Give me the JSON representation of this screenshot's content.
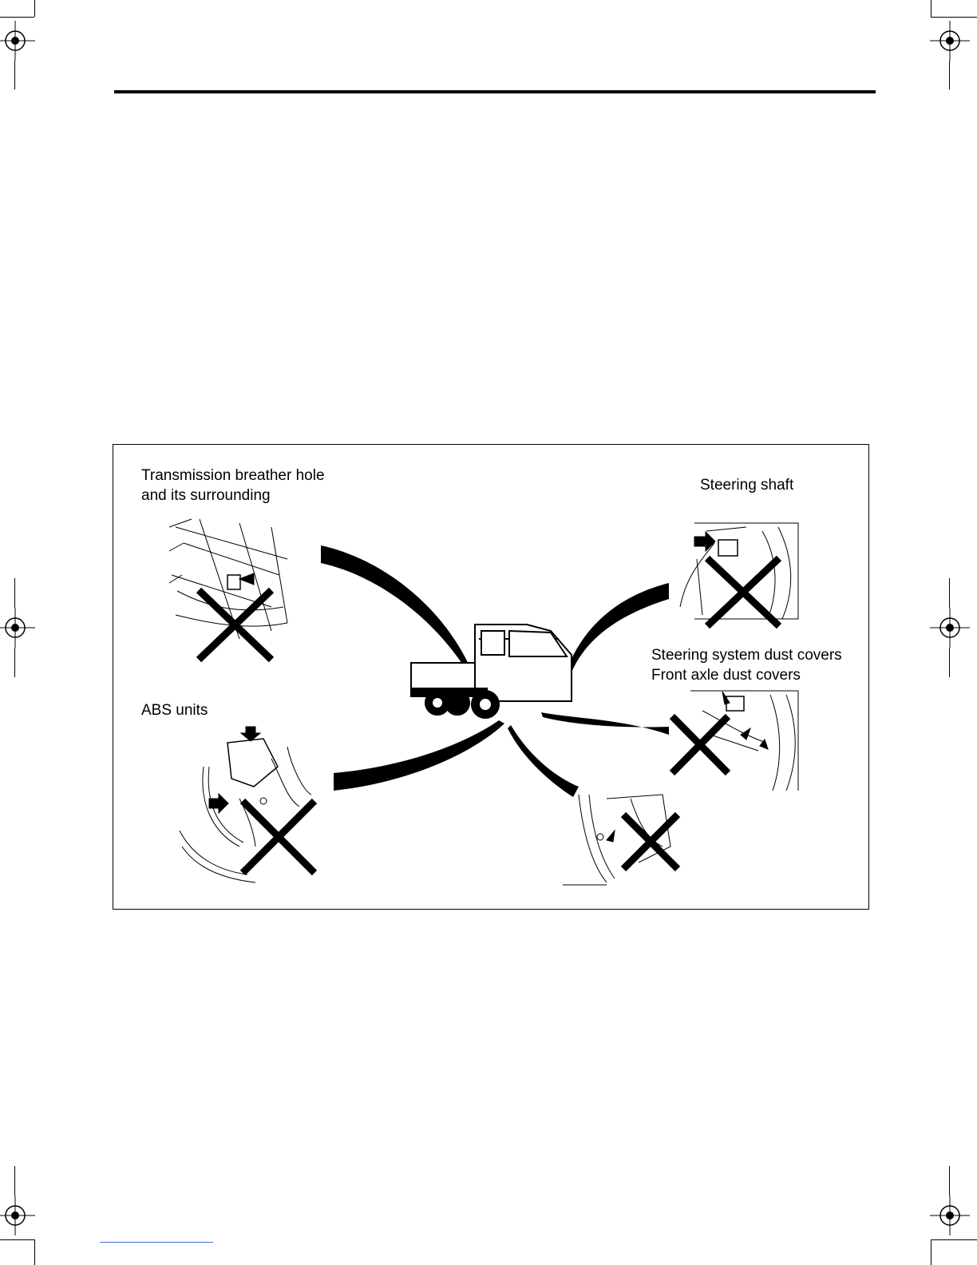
{
  "figure": {
    "labels": {
      "transmission_line1": "Transmission breather hole",
      "transmission_line2": "and its surrounding",
      "steering_shaft": "Steering shaft",
      "steering_dust_line1": "Steering system dust covers",
      "steering_dust_line2": "Front axle dust covers",
      "abs_units": "ABS units"
    }
  },
  "colors": {
    "ink": "#000000",
    "paper": "#ffffff",
    "footer_rule": "#3b6fd6"
  },
  "icons": {
    "registration_mark": "crosshair-circle-icon",
    "prohibition_mark": "x-cross-icon",
    "pointer": "arrow-icon"
  }
}
